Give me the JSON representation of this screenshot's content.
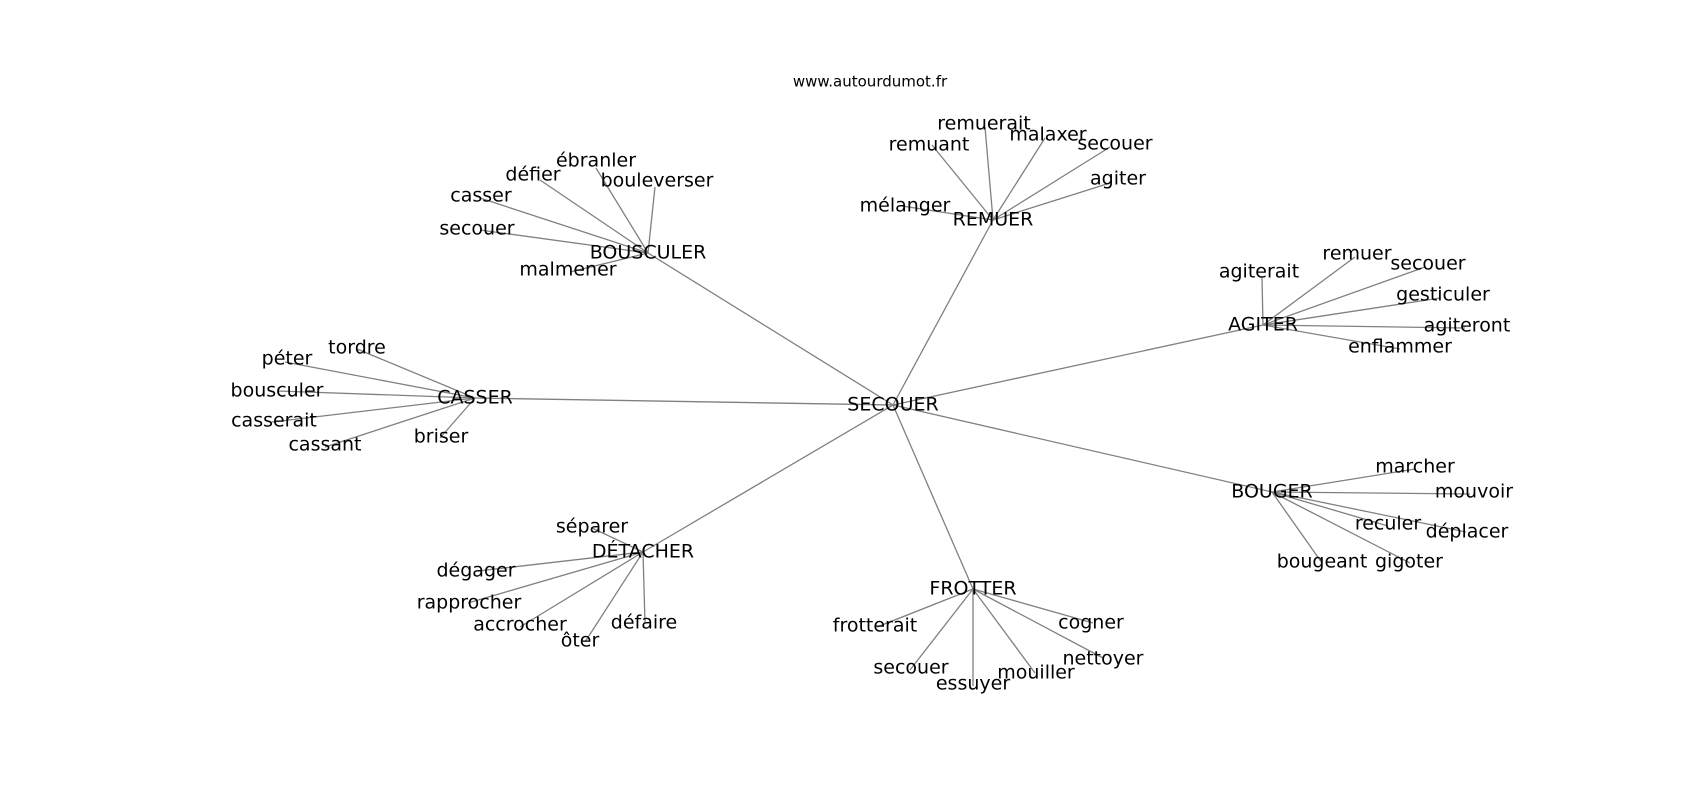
{
  "source": "www.autourdumot.fr",
  "center": "SECOUER",
  "clusters": [
    {
      "hub": "BOUSCULER",
      "leaves": [
        "ébranler",
        "défier",
        "bouleverser",
        "casser",
        "secouer",
        "malmener"
      ]
    },
    {
      "hub": "REMUER",
      "leaves": [
        "remuerait",
        "remuant",
        "malaxer",
        "secouer",
        "agiter",
        "mélanger"
      ]
    },
    {
      "hub": "AGITER",
      "leaves": [
        "agiterait",
        "remuer",
        "secouer",
        "gesticuler",
        "agiteront",
        "enflammer"
      ]
    },
    {
      "hub": "CASSER",
      "leaves": [
        "tordre",
        "péter",
        "bousculer",
        "casserait",
        "cassant",
        "briser"
      ]
    },
    {
      "hub": "BOUGER",
      "leaves": [
        "marcher",
        "mouvoir",
        "reculer",
        "déplacer",
        "bougeant",
        "gigoter"
      ]
    },
    {
      "hub": "DÉTACHER",
      "leaves": [
        "séparer",
        "dégager",
        "rapprocher",
        "accrocher",
        "ôter",
        "défaire"
      ]
    },
    {
      "hub": "FROTTER",
      "leaves": [
        "frotterait",
        "cogner",
        "nettoyer",
        "secouer",
        "essuyer",
        "mouiller"
      ]
    }
  ]
}
